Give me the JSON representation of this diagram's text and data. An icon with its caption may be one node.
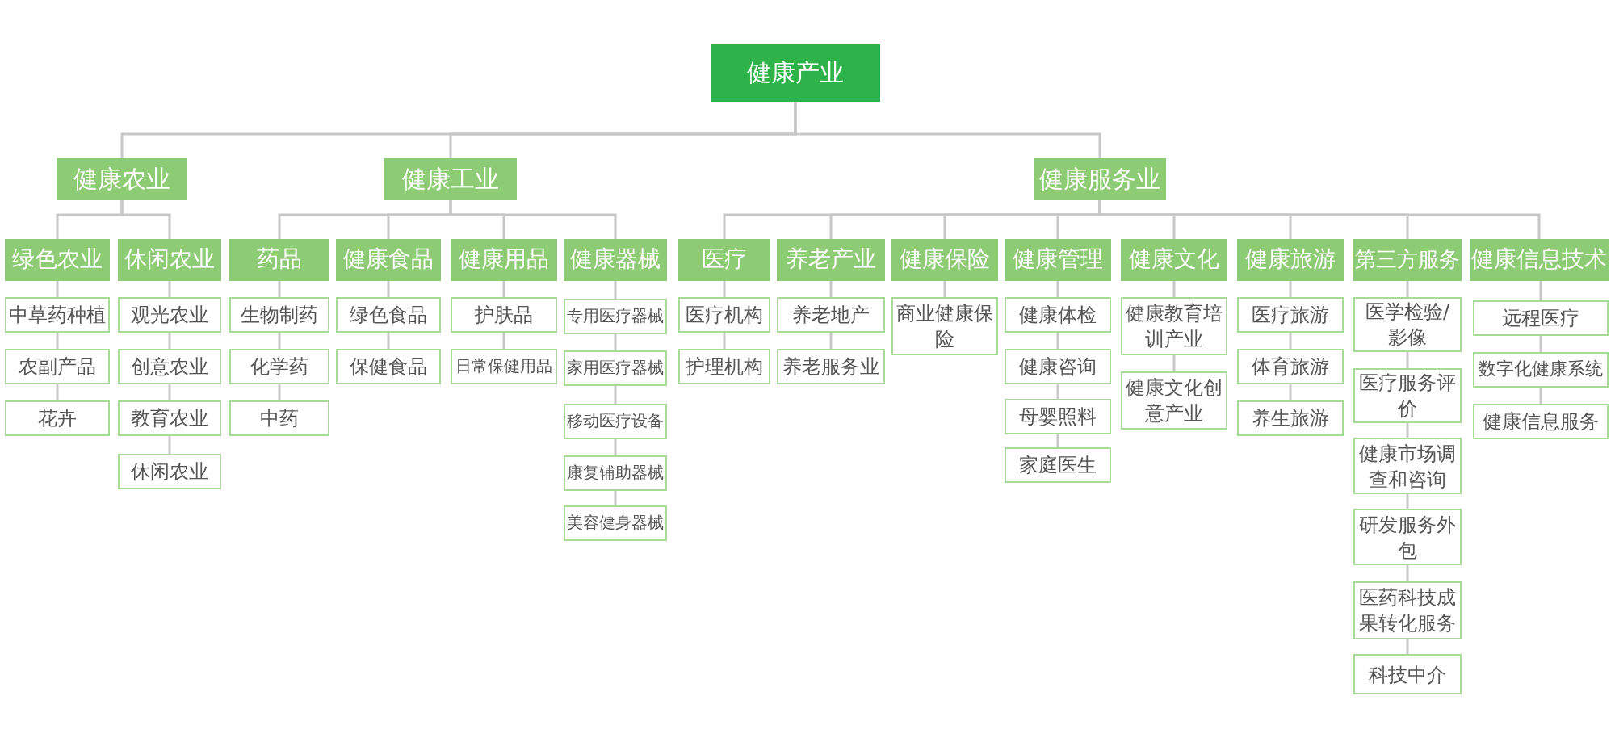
{
  "diagram": {
    "nodes": [
      {
        "text": [
          "健康产业"
        ]
      },
      {
        "text": [
          "健康农业"
        ]
      },
      {
        "text": [
          "健康工业"
        ]
      },
      {
        "text": [
          "健康服务业"
        ]
      },
      {
        "text": [
          "绿色农业"
        ]
      },
      {
        "text": [
          "休闲农业"
        ]
      },
      {
        "text": [
          "药品"
        ]
      },
      {
        "text": [
          "健康食品"
        ]
      },
      {
        "text": [
          "健康用品"
        ]
      },
      {
        "text": [
          "健康器械"
        ]
      },
      {
        "text": [
          "医疗"
        ]
      },
      {
        "text": [
          "养老产业"
        ]
      },
      {
        "text": [
          "健康保险"
        ]
      },
      {
        "text": [
          "健康管理"
        ]
      },
      {
        "text": [
          "健康文化"
        ]
      },
      {
        "text": [
          "健康旅游"
        ]
      },
      {
        "text": [
          "第三方服务"
        ]
      },
      {
        "text": [
          "健康信息技术"
        ]
      },
      {
        "text": [
          "中草药种植"
        ]
      },
      {
        "text": [
          "农副产品"
        ]
      },
      {
        "text": [
          "花卉"
        ]
      },
      {
        "text": [
          "观光农业"
        ]
      },
      {
        "text": [
          "创意农业"
        ]
      },
      {
        "text": [
          "教育农业"
        ]
      },
      {
        "text": [
          "休闲农业"
        ]
      },
      {
        "text": [
          "生物制药"
        ]
      },
      {
        "text": [
          "化学药"
        ]
      },
      {
        "text": [
          "中药"
        ]
      },
      {
        "text": [
          "绿色食品"
        ]
      },
      {
        "text": [
          "保健食品"
        ]
      },
      {
        "text": [
          "护肤品"
        ]
      },
      {
        "text": [
          "日常保健用品"
        ]
      },
      {
        "text": [
          "专用医疗器械"
        ]
      },
      {
        "text": [
          "家用医疗器械"
        ]
      },
      {
        "text": [
          "移动医疗设备"
        ]
      },
      {
        "text": [
          "康复辅助器械"
        ]
      },
      {
        "text": [
          "美容健身器械"
        ]
      },
      {
        "text": [
          "医疗机构"
        ]
      },
      {
        "text": [
          "护理机构"
        ]
      },
      {
        "text": [
          "养老地产"
        ]
      },
      {
        "text": [
          "养老服务业"
        ]
      },
      {
        "text": [
          "商业健康保险"
        ]
      },
      {
        "text": [
          "健康体检"
        ]
      },
      {
        "text": [
          "健康咨询"
        ]
      },
      {
        "text": [
          "母婴照料"
        ]
      },
      {
        "text": [
          "家庭医生"
        ]
      },
      {
        "text": [
          "健康教育培训产业"
        ]
      },
      {
        "text": [
          "健康文化创意产业"
        ]
      },
      {
        "text": [
          "医疗旅游"
        ]
      },
      {
        "text": [
          "体育旅游"
        ]
      },
      {
        "text": [
          "养生旅游"
        ]
      },
      {
        "text": [
          "医学检验/影像"
        ]
      },
      {
        "text": [
          "医疗服务评价"
        ]
      },
      {
        "text": [
          "健康市场调查和咨询"
        ]
      },
      {
        "text": [
          "研发服务外包"
        ]
      },
      {
        "text": [
          "医药科技成果转化服务"
        ]
      },
      {
        "text": [
          "科技中介"
        ]
      },
      {
        "text": [
          "远程医疗"
        ]
      },
      {
        "text": [
          "数字化健康系统"
        ]
      },
      {
        "text": [
          "健康信息服务"
        ]
      }
    ],
    "edges": [
      {
        "from": 0,
        "to": 1,
        "arrow": "none"
      },
      {
        "from": 0,
        "to": 2,
        "arrow": "none"
      },
      {
        "from": 0,
        "to": 3,
        "arrow": "none"
      },
      {
        "from": 1,
        "to": 4,
        "arrow": "none"
      },
      {
        "from": 1,
        "to": 5,
        "arrow": "none"
      },
      {
        "from": 2,
        "to": 6,
        "arrow": "none"
      },
      {
        "from": 2,
        "to": 7,
        "arrow": "none"
      },
      {
        "from": 2,
        "to": 8,
        "arrow": "none"
      },
      {
        "from": 2,
        "to": 9,
        "arrow": "none"
      },
      {
        "from": 3,
        "to": 10,
        "arrow": "none"
      },
      {
        "from": 3,
        "to": 11,
        "arrow": "none"
      },
      {
        "from": 3,
        "to": 12,
        "arrow": "none"
      },
      {
        "from": 3,
        "to": 13,
        "arrow": "none"
      },
      {
        "from": 3,
        "to": 14,
        "arrow": "none"
      },
      {
        "from": 3,
        "to": 15,
        "arrow": "none"
      },
      {
        "from": 3,
        "to": 16,
        "arrow": "none"
      },
      {
        "from": 3,
        "to": 17,
        "arrow": "none"
      },
      {
        "from": 4,
        "to": 18,
        "arrow": "none"
      },
      {
        "from": 18,
        "to": 19,
        "arrow": "none"
      },
      {
        "from": 19,
        "to": 20,
        "arrow": "none"
      },
      {
        "from": 5,
        "to": 21,
        "arrow": "none"
      },
      {
        "from": 21,
        "to": 22,
        "arrow": "none"
      },
      {
        "from": 22,
        "to": 23,
        "arrow": "none"
      },
      {
        "from": 23,
        "to": 24,
        "arrow": "none"
      },
      {
        "from": 6,
        "to": 25,
        "arrow": "none"
      },
      {
        "from": 25,
        "to": 26,
        "arrow": "none"
      },
      {
        "from": 26,
        "to": 27,
        "arrow": "none"
      },
      {
        "from": 7,
        "to": 28,
        "arrow": "none"
      },
      {
        "from": 28,
        "to": 29,
        "arrow": "none"
      },
      {
        "from": 8,
        "to": 30,
        "arrow": "none"
      },
      {
        "from": 30,
        "to": 31,
        "arrow": "none"
      },
      {
        "from": 9,
        "to": 32,
        "arrow": "none"
      },
      {
        "from": 32,
        "to": 33,
        "arrow": "none"
      },
      {
        "from": 33,
        "to": 34,
        "arrow": "none"
      },
      {
        "from": 34,
        "to": 35,
        "arrow": "none"
      },
      {
        "from": 35,
        "to": 36,
        "arrow": "none"
      },
      {
        "from": 10,
        "to": 37,
        "arrow": "none"
      },
      {
        "from": 37,
        "to": 38,
        "arrow": "none"
      },
      {
        "from": 11,
        "to": 39,
        "arrow": "none"
      },
      {
        "from": 39,
        "to": 40,
        "arrow": "none"
      },
      {
        "from": 12,
        "to": 41,
        "arrow": "none"
      },
      {
        "from": 13,
        "to": 42,
        "arrow": "none"
      },
      {
        "from": 42,
        "to": 43,
        "arrow": "none"
      },
      {
        "from": 43,
        "to": 44,
        "arrow": "none"
      },
      {
        "from": 44,
        "to": 45,
        "arrow": "none"
      },
      {
        "from": 14,
        "to": 46,
        "arrow": "none"
      },
      {
        "from": 46,
        "to": 47,
        "arrow": "none"
      },
      {
        "from": 15,
        "to": 48,
        "arrow": "none"
      },
      {
        "from": 48,
        "to": 49,
        "arrow": "none"
      },
      {
        "from": 49,
        "to": 50,
        "arrow": "none"
      },
      {
        "from": 16,
        "to": 51,
        "arrow": "none"
      },
      {
        "from": 51,
        "to": 52,
        "arrow": "none"
      },
      {
        "from": 52,
        "to": 53,
        "arrow": "none"
      },
      {
        "from": 53,
        "to": 54,
        "arrow": "none"
      },
      {
        "from": 54,
        "to": 55,
        "arrow": "none"
      },
      {
        "from": 55,
        "to": 56,
        "arrow": "none"
      },
      {
        "from": 17,
        "to": 57,
        "arrow": "none"
      },
      {
        "from": 57,
        "to": 58,
        "arrow": "none"
      },
      {
        "from": 58,
        "to": 59,
        "arrow": "none"
      }
    ]
  }
}
